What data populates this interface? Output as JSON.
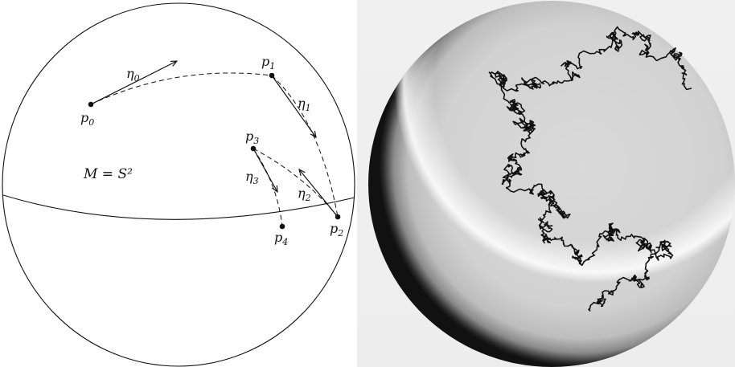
{
  "left_panel": {
    "manifold_label": "M = S²",
    "points": [
      {
        "name": "p",
        "sub": "0"
      },
      {
        "name": "p",
        "sub": "1"
      },
      {
        "name": "p",
        "sub": "2"
      },
      {
        "name": "p",
        "sub": "3"
      },
      {
        "name": "p",
        "sub": "4"
      }
    ],
    "vectors": [
      {
        "name": "η",
        "sub": "0"
      },
      {
        "name": "η",
        "sub": "1"
      },
      {
        "name": "η",
        "sub": "2"
      },
      {
        "name": "η",
        "sub": "3"
      }
    ]
  },
  "right_panel": {
    "description_colors": {
      "path": "#111111",
      "sphere_light": "#f2f2f2",
      "sphere_dark": "#1e1e1e"
    }
  }
}
